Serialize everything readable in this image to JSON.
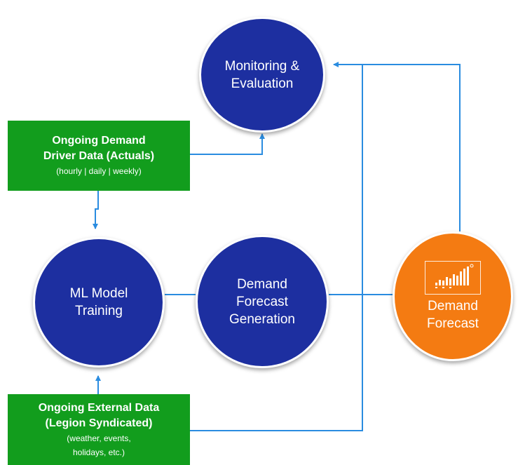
{
  "diagram": {
    "nodes": {
      "monitoring": {
        "line1": "Monitoring &",
        "line2": "Evaluation"
      },
      "ml_training": {
        "line1": "ML Model",
        "line2": "Training"
      },
      "generation": {
        "line1": "Demand",
        "line2": "Forecast",
        "line3": "Generation"
      },
      "forecast": {
        "line1": "Demand",
        "line2": "Forecast",
        "icon": "bar-chart-icon"
      }
    },
    "boxes": {
      "driver": {
        "title1": "Ongoing Demand",
        "title2": "Driver Data (Actuals)",
        "sub": "(hourly | daily | weekly)"
      },
      "external": {
        "title1": "Ongoing External Data",
        "title2": "(Legion Syndicated)",
        "sub1": "(weather, events,",
        "sub2": "holidays, etc.)"
      }
    },
    "colors": {
      "circle_blue": "#1d2fa0",
      "circle_orange": "#f47b12",
      "box_green": "#129d1d",
      "connector": "#2a8ce0"
    }
  }
}
